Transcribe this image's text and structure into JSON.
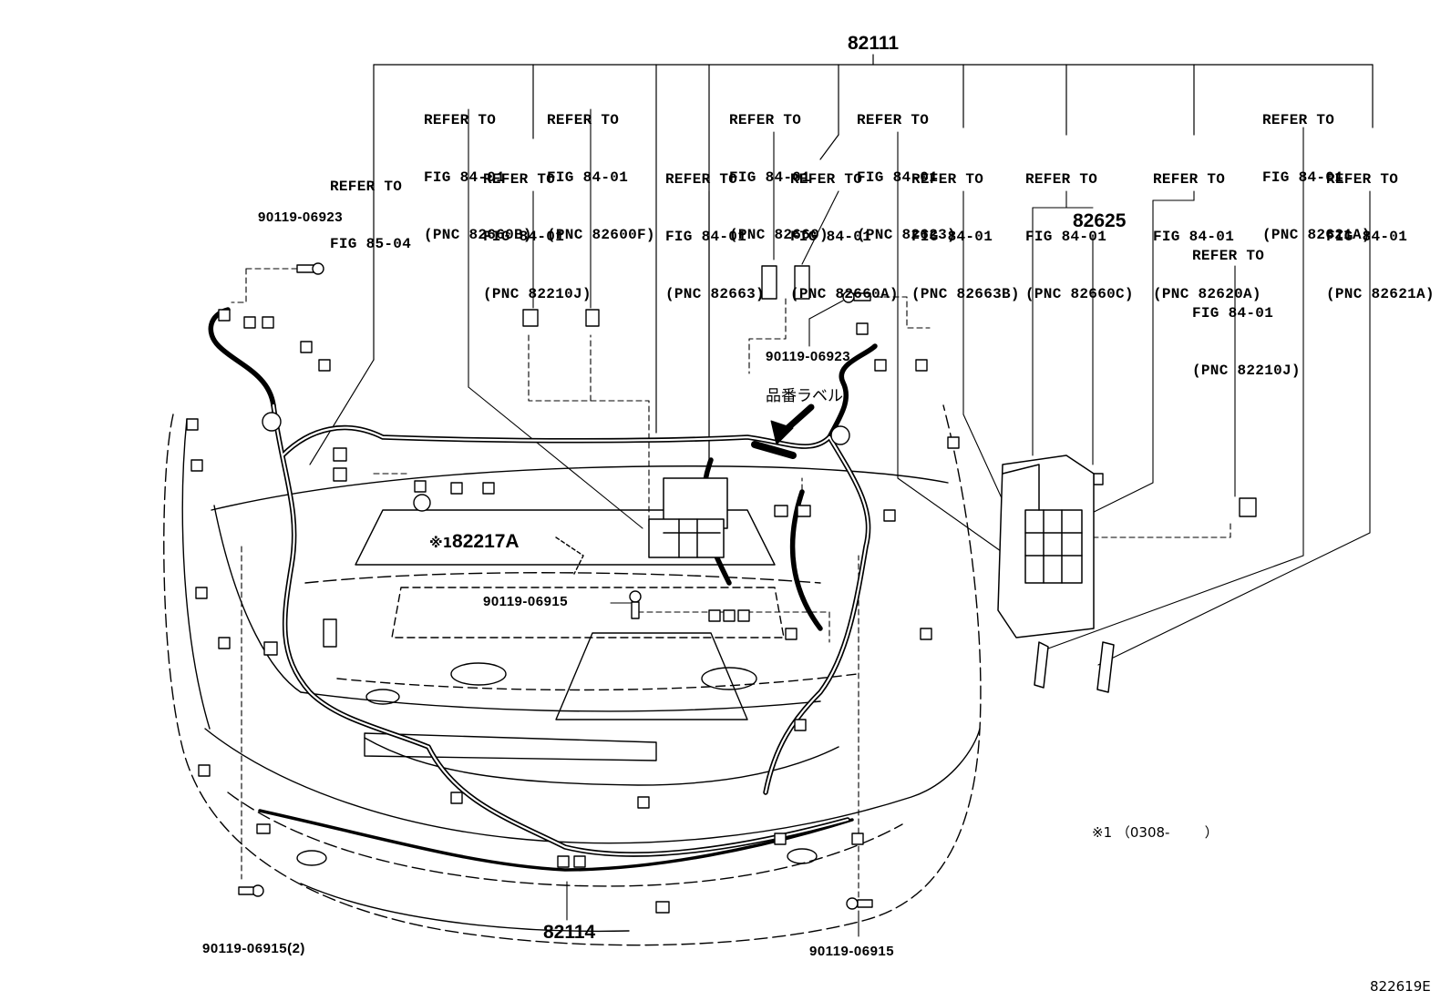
{
  "main_harness": {
    "part_no": "82111"
  },
  "refer_label": "REFER TO",
  "references": [
    {
      "fig": "FIG 84-01",
      "pnc": "(PNC 82660B)"
    },
    {
      "fig": "FIG 84-01",
      "pnc": "(PNC 82600F)"
    },
    {
      "fig": "FIG 85-04",
      "pnc": ""
    },
    {
      "fig": "FIG 84-01",
      "pnc": "(PNC 82210J)"
    },
    {
      "fig": "FIG 84-01",
      "pnc": "(PNC 82663)"
    },
    {
      "fig": "FIG 84-01",
      "pnc": "(PNC 82660)"
    },
    {
      "fig": "FIG 84-01",
      "pnc": "(PNC 82660A)"
    },
    {
      "fig": "FIG 84-01",
      "pnc": "(PNC 82623)"
    },
    {
      "fig": "FIG 84-01",
      "pnc": "(PNC 82663B)"
    },
    {
      "fig": "FIG 84-01",
      "pnc": "(PNC 82660C)"
    },
    {
      "fig": "FIG 84-01",
      "pnc": "(PNC 82620A)"
    },
    {
      "fig": "FIG 84-01",
      "pnc": "(PNC 82621A)"
    },
    {
      "fig": "FIG 84-01",
      "pnc": "(PNC 82621A)"
    },
    {
      "fig": "FIG 84-01",
      "pnc": "(PNC 82210J)"
    }
  ],
  "parts": {
    "bolt_top_left": "90119-06923",
    "bolt_top_center": "90119-06923",
    "bolt_center": "90119-06915",
    "bolt_bottom_left": "90119-06915(2)",
    "bolt_bottom_right": "90119-06915",
    "relay_block": "82625",
    "sub_harness": "82217A",
    "front_harness": "82114"
  },
  "marker_mark": "※1",
  "part_label_text": "品番ラベル",
  "footnote": "※1 （0308-        ）",
  "figure_id": "822619E"
}
